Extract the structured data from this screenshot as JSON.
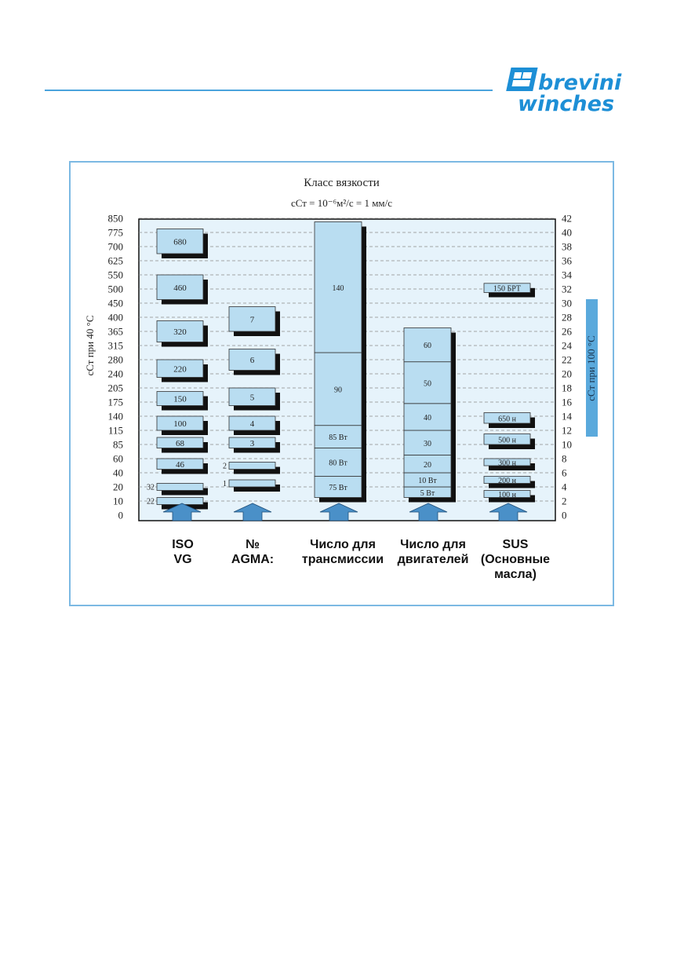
{
  "brand": {
    "line1": "brevini",
    "line2": "winches"
  },
  "chart_data": {
    "type": "bar",
    "title": "Класс вязкости",
    "subtitle": "сСт = 10⁻⁶м²/с = 1 мм/с",
    "ylabel_left": "сСт при 40 °C",
    "ylabel_right": "сСт при 100 °C",
    "left_ticks": [
      "850",
      "775",
      "700",
      "625",
      "550",
      "500",
      "450",
      "400",
      "365",
      "315",
      "280",
      "240",
      "205",
      "175",
      "140",
      "115",
      "85",
      "60",
      "40",
      "20",
      "10",
      "0"
    ],
    "right_ticks": [
      "42",
      "40",
      "38",
      "36",
      "34",
      "32",
      "30",
      "28",
      "26",
      "24",
      "22",
      "20",
      "18",
      "16",
      "14",
      "12",
      "10",
      "8",
      "6",
      "4",
      "2",
      "0"
    ],
    "categories": [
      "ISO\nVG",
      "№\nAGMA:",
      "Число для\nтрансмиссии",
      "Число для\nдвигателей",
      "SUS\n(Основные\nмасла)"
    ],
    "iso_vg": [
      {
        "label": "22",
        "from": 1.5,
        "to": 2.5,
        "side": "outside"
      },
      {
        "label": "32",
        "from": 3.5,
        "to": 4.5,
        "side": "outside"
      },
      {
        "label": "46",
        "from": 6.5,
        "to": 8,
        "side": "inside"
      },
      {
        "label": "68",
        "from": 9.5,
        "to": 11,
        "side": "inside"
      },
      {
        "label": "100",
        "from": 12,
        "to": 14,
        "side": "inside"
      },
      {
        "label": "150",
        "from": 15.5,
        "to": 17.5,
        "side": "inside"
      },
      {
        "label": "220",
        "from": 19.5,
        "to": 22,
        "side": "inside"
      },
      {
        "label": "320",
        "from": 24.5,
        "to": 27.5,
        "side": "inside"
      },
      {
        "label": "460",
        "from": 30.5,
        "to": 34,
        "side": "inside"
      },
      {
        "label": "680",
        "from": 37,
        "to": 40.5,
        "side": "inside"
      }
    ],
    "agma": [
      {
        "label": "1",
        "from": 4,
        "to": 5,
        "side": "outside"
      },
      {
        "label": "2",
        "from": 6.5,
        "to": 7.5,
        "side": "outside"
      },
      {
        "label": "3",
        "from": 9.5,
        "to": 11,
        "side": "inside"
      },
      {
        "label": "4",
        "from": 12,
        "to": 14,
        "side": "inside"
      },
      {
        "label": "5",
        "from": 15.5,
        "to": 18,
        "side": "inside"
      },
      {
        "label": "6",
        "from": 20.5,
        "to": 23.5,
        "side": "inside"
      },
      {
        "label": "7",
        "from": 26,
        "to": 29.5,
        "side": "inside"
      }
    ],
    "transmission": [
      {
        "label": "75 Вт",
        "from": 2.5,
        "to": 5.5
      },
      {
        "label": "80 Вт",
        "from": 5.5,
        "to": 9.5
      },
      {
        "label": "85 Вт",
        "from": 9.5,
        "to": 12.7
      },
      {
        "label": "90",
        "from": 12.7,
        "to": 23
      },
      {
        "label": "140",
        "from": 23,
        "to": 41.5
      }
    ],
    "engine": [
      {
        "label": "5 Вт",
        "from": 2.5,
        "to": 4
      },
      {
        "label": "10 Вт",
        "from": 4,
        "to": 6
      },
      {
        "label": "20",
        "from": 6,
        "to": 8.5
      },
      {
        "label": "30",
        "from": 8.5,
        "to": 12
      },
      {
        "label": "40",
        "from": 12,
        "to": 15.8
      },
      {
        "label": "50",
        "from": 15.8,
        "to": 21.7
      },
      {
        "label": "60",
        "from": 21.7,
        "to": 26.5
      }
    ],
    "sus": [
      {
        "label": "100 н",
        "from": 2.5,
        "to": 3.5
      },
      {
        "label": "200 н",
        "from": 4.5,
        "to": 5.5
      },
      {
        "label": "300 н",
        "from": 7,
        "to": 8
      },
      {
        "label": "500 н",
        "from": 10,
        "to": 11.5
      },
      {
        "label": "650 н",
        "from": 13,
        "to": 14.5
      },
      {
        "label": "150 БРТ",
        "from": 31.5,
        "to": 32.8
      }
    ],
    "colors": {
      "bar": "#b9ddf1",
      "shadow": "#111111",
      "plot_bg": "#e6f3fb",
      "arrow": "#4a90c8",
      "grid": "#8a8a8a"
    },
    "grid": true
  }
}
